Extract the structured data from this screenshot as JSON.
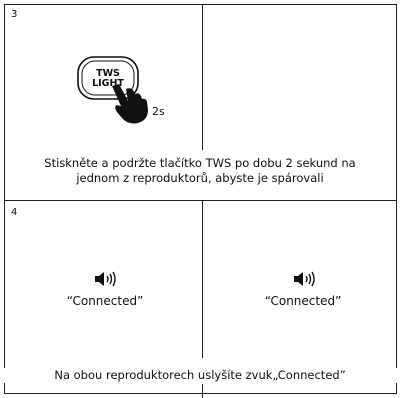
{
  "step3": {
    "number": "3",
    "button_label_line1": "TWS",
    "button_label_line2": "LIGHT",
    "duration": "2s",
    "caption_line1": "Stiskněte a podržte tlačítko TWS po dobu 2 sekund na",
    "caption_line2": "jednom z reproduktorů, abyste je spárovali"
  },
  "step4": {
    "number": "4",
    "left": {
      "icon": "speaker-sound-icon",
      "label": "“Connected”"
    },
    "right": {
      "icon": "speaker-sound-icon",
      "label": "“Connected”"
    },
    "caption": "Na obou reproduktorech uslyšíte zvuk„Connected”"
  }
}
